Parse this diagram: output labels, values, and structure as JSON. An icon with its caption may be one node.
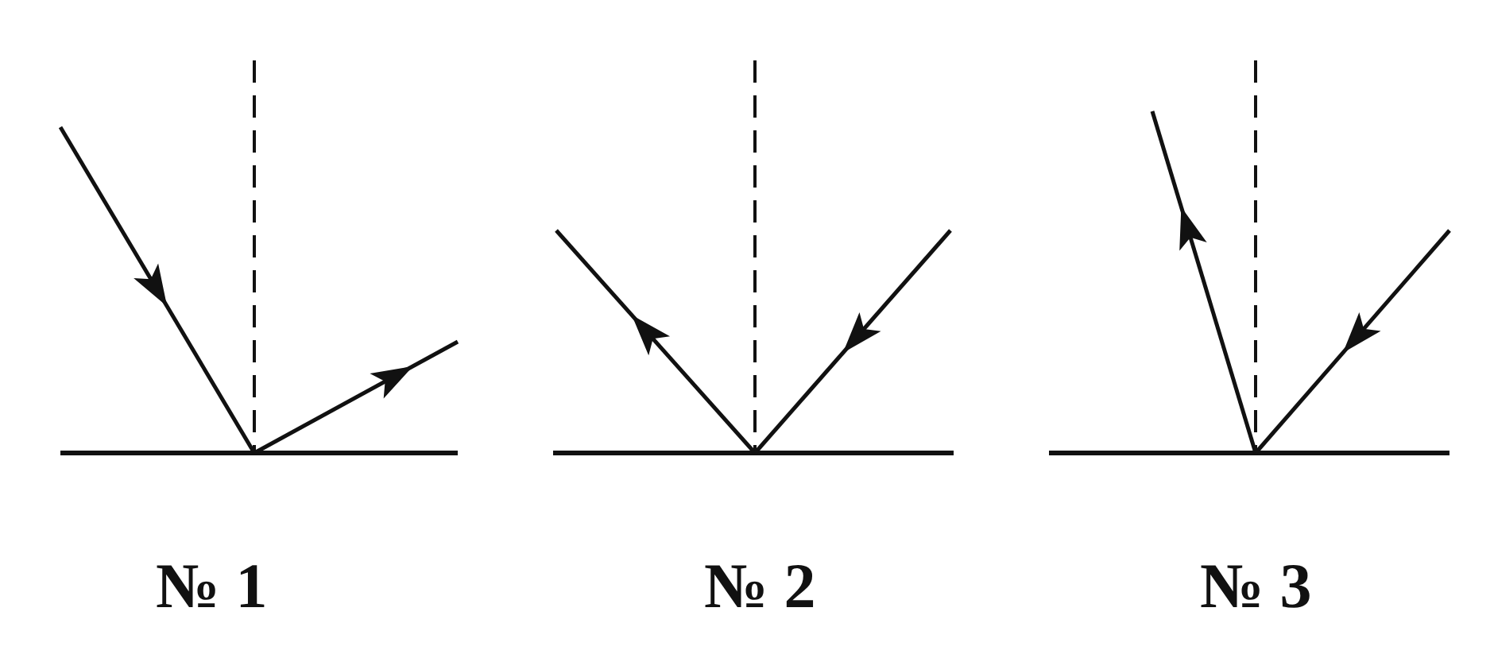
{
  "diagram": {
    "labels": [
      "№ 1",
      "№ 2",
      "№ 3"
    ]
  }
}
